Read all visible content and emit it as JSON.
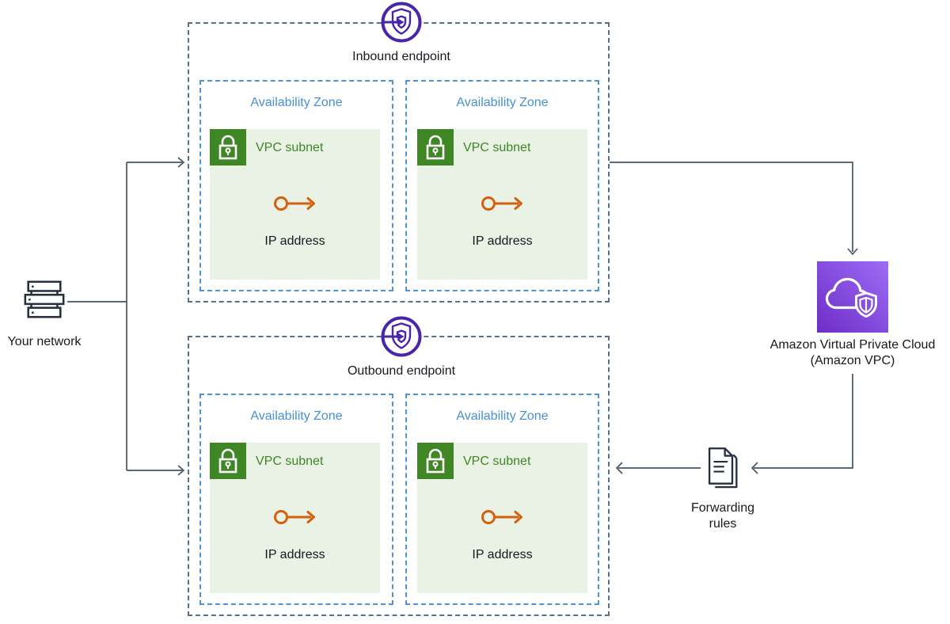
{
  "your_network": {
    "label": "Your network"
  },
  "inbound": {
    "label": "Inbound endpoint",
    "zones": [
      {
        "label": "Availability Zone",
        "subnet": {
          "label": "VPC subnet",
          "ip_label": "IP address"
        }
      },
      {
        "label": "Availability Zone",
        "subnet": {
          "label": "VPC subnet",
          "ip_label": "IP address"
        }
      }
    ]
  },
  "outbound": {
    "label": "Outbound endpoint",
    "zones": [
      {
        "label": "Availability Zone",
        "subnet": {
          "label": "VPC subnet",
          "ip_label": "IP address"
        }
      },
      {
        "label": "Availability Zone",
        "subnet": {
          "label": "VPC subnet",
          "ip_label": "IP address"
        }
      }
    ]
  },
  "vpc": {
    "line1": "Amazon Virtual Private Cloud",
    "line2": "(Amazon VPC)"
  },
  "forwarding": {
    "line1": "Forwarding",
    "line2": "rules"
  },
  "icons": {
    "your_network": "server-stack-icon",
    "inbound_endpoint": "resolver-endpoint-shield-icon",
    "outbound_endpoint": "resolver-endpoint-shield-icon",
    "vpc_subnet": "lock-icon",
    "ip_address": "ip-arrow-icon",
    "amazon_vpc": "cloud-shield-icon",
    "forwarding_rules": "document-pages-icon"
  },
  "colors": {
    "endpoint_purple": "#4b25a8",
    "az_blue": "#4e94d4",
    "boundary_gray": "#5a7084",
    "subnet_green": "#3f8624",
    "subnet_bg": "#e9f2e5",
    "ip_orange": "#d4600d",
    "vpc_gradient_start": "#6d2dc7",
    "vpc_gradient_end": "#9e6cf5",
    "icon_navy": "#232f3e",
    "line_dark": "#475463"
  }
}
